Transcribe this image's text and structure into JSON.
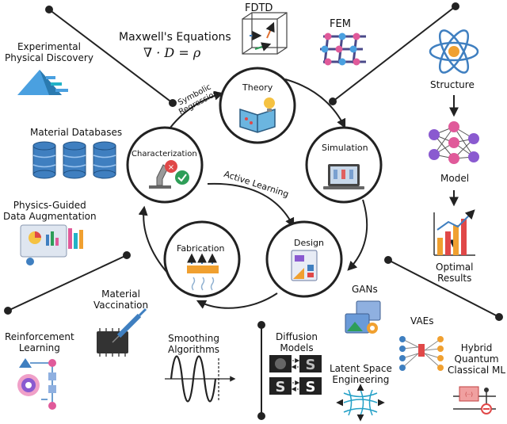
{
  "top": {
    "fdtd": "FDTD",
    "fem": "FEM",
    "maxwell_title": "Maxwell's Equations",
    "maxwell_eq": "∇ · D = ρ"
  },
  "cycle": {
    "theory": "Theory",
    "simulation": "Simulation",
    "design": "Design",
    "fabrication": "Fabrication",
    "characterization": "Characterization",
    "symbolic_regression_line1": "Symbolic",
    "symbolic_regression_line2": "Regression",
    "active_learning": "Active Learning"
  },
  "left": {
    "experimental_line1": "Experimental",
    "experimental_line2": "Physical Discovery",
    "material_databases": "Material Databases",
    "physics_guided_line1": "Physics-Guided",
    "physics_guided_line2": "Data Augmentation",
    "reinforcement_line1": "Reinforcement",
    "reinforcement_line2": "Learning",
    "material_vaccination_line1": "Material",
    "material_vaccination_line2": "Vaccination"
  },
  "bottom": {
    "smoothing_line1": "Smoothing",
    "smoothing_line2": "Algorithms",
    "diffusion_line1": "Diffusion",
    "diffusion_line2": "Models",
    "latent_line1": "Latent Space",
    "latent_line2": "Engineering",
    "gans": "GANs",
    "vaes": "VAEs",
    "hybrid_line1": "Hybrid",
    "hybrid_line2": "Quantum",
    "hybrid_line3": "Classical ML"
  },
  "right": {
    "structure": "Structure",
    "model": "Model",
    "optimal_line1": "Optimal",
    "optimal_line2": "Results"
  },
  "colors": {
    "line": "#222222",
    "blue": "#3f7fc0",
    "teal": "#22b3c7",
    "orange": "#f0a030",
    "red": "#e04848",
    "green": "#2e9e58",
    "purple": "#8a5ad0"
  }
}
